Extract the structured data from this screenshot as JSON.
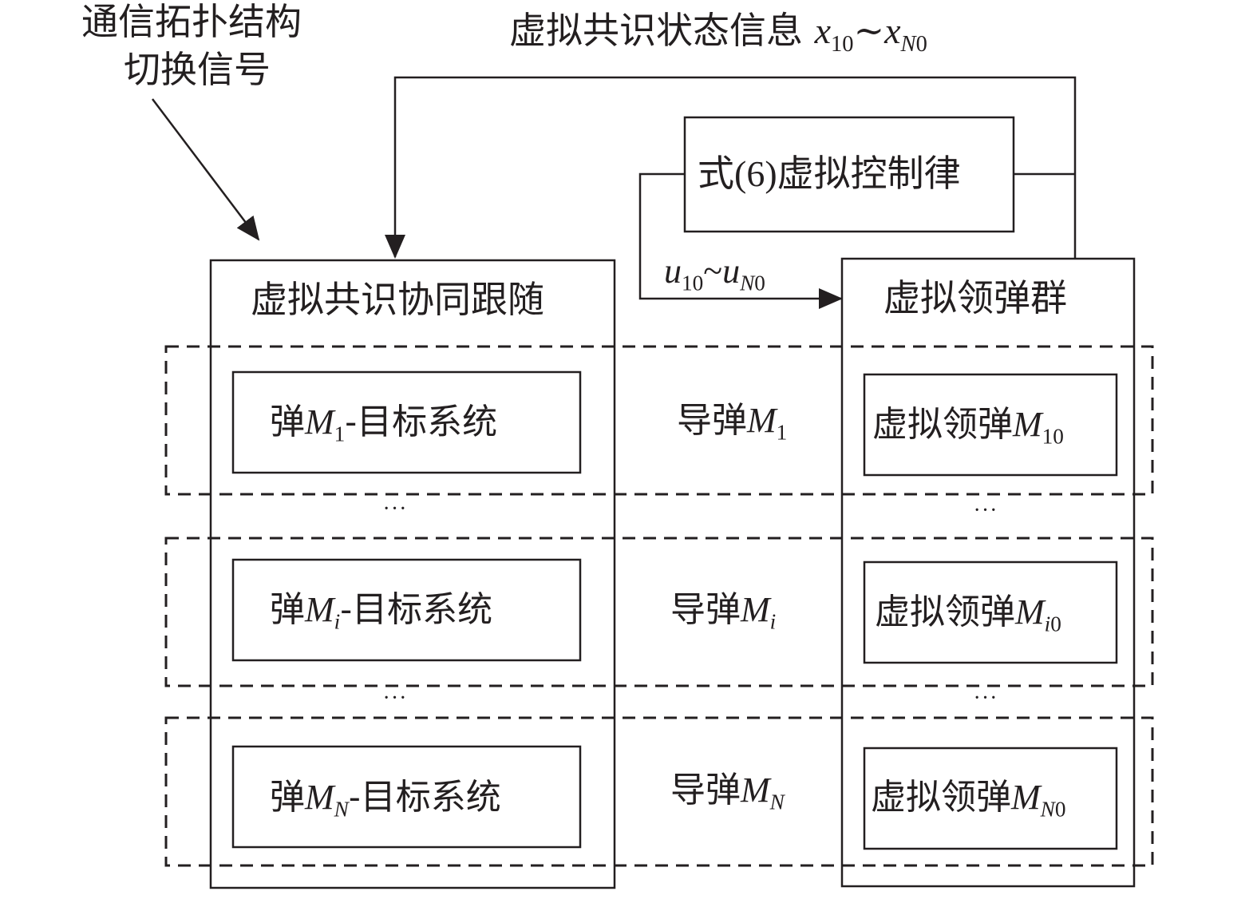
{
  "diagram": {
    "colors": {
      "stroke": "#231f20",
      "background": "#ffffff"
    },
    "topology_switch_signal": {
      "line1": "通信拓扑结构",
      "line2": "切换信号"
    },
    "feedback_label": {
      "text": "虚拟共识状态信息",
      "var_from": "x",
      "var_from_sub": "10",
      "tilde": "~",
      "var_to": "x",
      "var_to_sub_italic": "N",
      "var_to_sub": "0"
    },
    "control_law_box": {
      "prefix": "式",
      "eq_ref": "(6)",
      "suffix": "虚拟控制律"
    },
    "control_signal_label": {
      "var_from": "u",
      "var_from_sub": "10",
      "tilde": "~",
      "var_to": "u",
      "var_to_sub_italic": "N",
      "var_to_sub": "0"
    },
    "left_column": {
      "title": "虚拟共识协同跟随"
    },
    "right_column": {
      "title": "虚拟领弹群"
    },
    "rows": [
      {
        "tracking_system": {
          "pre": "弹",
          "var": "M",
          "sub": "1",
          "sub_italic": false,
          "post": "-目标系统"
        },
        "missile": {
          "pre": "导弹",
          "var": "M",
          "sub": "1",
          "sub_italic": false
        },
        "virtual_leader": {
          "pre": "虚拟领弹",
          "var": "M",
          "sub": "10",
          "sub_italic_part": "",
          "sub_rest": "10"
        }
      },
      {
        "tracking_system": {
          "pre": "弹",
          "var": "M",
          "sub": "i",
          "sub_italic": true,
          "post": "-目标系统"
        },
        "missile": {
          "pre": "导弹",
          "var": "M",
          "sub": "i",
          "sub_italic": true
        },
        "virtual_leader": {
          "pre": "虚拟领弹",
          "var": "M",
          "sub": "i0",
          "sub_italic_part": "i",
          "sub_rest": "0"
        }
      },
      {
        "tracking_system": {
          "pre": "弹",
          "var": "M",
          "sub": "N",
          "sub_italic": true,
          "post": "-目标系统"
        },
        "missile": {
          "pre": "导弹",
          "var": "M",
          "sub": "N",
          "sub_italic": true
        },
        "virtual_leader": {
          "pre": "虚拟领弹",
          "var": "M",
          "sub": "N0",
          "sub_italic_part": "N",
          "sub_rest": "0"
        }
      }
    ],
    "ellipsis": "···"
  }
}
